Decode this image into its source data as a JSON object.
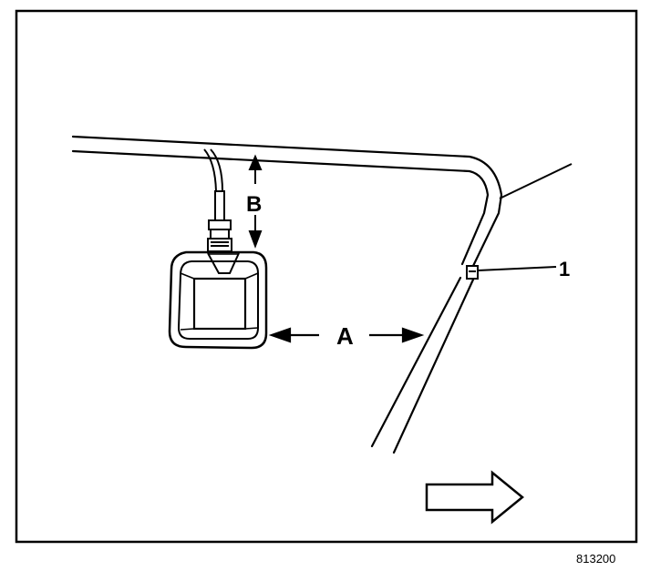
{
  "diagram": {
    "labels": {
      "dimension_a": "A",
      "dimension_b": "B",
      "callout_1": "1"
    },
    "figure_number": "813200"
  },
  "colors": {
    "line": "#000000",
    "background": "#ffffff"
  }
}
